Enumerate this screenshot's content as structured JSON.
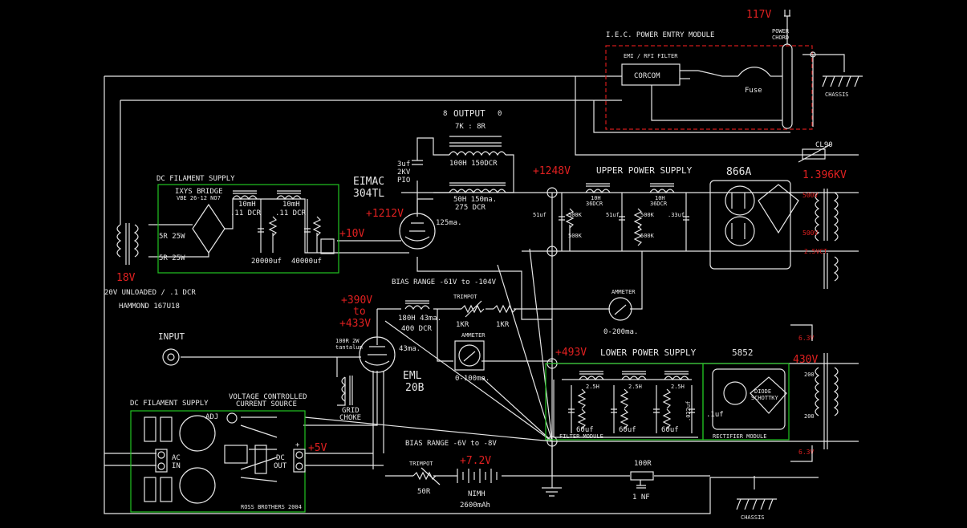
{
  "palette": {
    "wire": "#e6e6e6",
    "voltage": "#e02020",
    "module_box": "#22c422",
    "iec_box": "#d01a1a",
    "background": "#000000"
  },
  "iec": {
    "title": "I.E.C. POWER ENTRY MODULE",
    "filter": "EMI / RFI FILTER",
    "corcom": "CORCOM",
    "fuse": "Fuse",
    "mains_v": "117V",
    "cord": [
      "POWER",
      "CHORD"
    ],
    "chassis": "CHASSIS"
  },
  "output": {
    "title": "OUTPUT",
    "pin_a": "8",
    "pin_b": "0",
    "imp": "7K : 8R",
    "primary": "100H 150DCR",
    "choke_a": "50H 150ma.",
    "choke_b": "275 DCR",
    "cap_a": "3uf",
    "cap_b": "2KV",
    "cap_c": "PIO"
  },
  "tube_out": {
    "name_a": "EIMAC",
    "name_b": "304TL",
    "plate_v": "+1212V",
    "current": "125ma."
  },
  "upper_ps": {
    "title": "UPPER POWER SUPPLY",
    "b_plus": "+1248V",
    "rect_tube": "866A",
    "secondary_v": "1.396KV",
    "ind_a": [
      "10H",
      "36DCR"
    ],
    "ind_b": [
      "10H",
      "36DCR"
    ],
    "caps": [
      "51uf",
      "51uf",
      ".33uf"
    ],
    "res": [
      "500K",
      "500K",
      "500K",
      "500K"
    ],
    "cl90": "CL90",
    "wind_a": "500V",
    "wind_b": "500V",
    "fil": "2.5VCT"
  },
  "fil_supply_top": {
    "title": "DC FILAMENT SUPPLY",
    "bridge": "IXYS BRIDGE",
    "bridge_part": "VBE 26-12 NO7",
    "ind_a": [
      "10mH",
      ".11 DCR"
    ],
    "ind_b": [
      "10mH",
      ".11 DCR"
    ],
    "r_a": "5R 25W",
    "r_b": "5R 25W",
    "cap_a": "20000uf",
    "cap_b": "40000uf",
    "out_v": "+10V",
    "xfmr_v": "18V",
    "xfmr_a": "20V UNLOADED / .1 DCR",
    "xfmr_b": "HAMMOND 167U18"
  },
  "bias_upper": {
    "range": "BIAS RANGE -61V to -104V",
    "choke_a": "180H 43ma.",
    "choke_b": "400 DCR",
    "trimpot": "TRIMPOT",
    "r_a": "1KR",
    "r_b": "1KR",
    "meter_a": "AMMETER",
    "meter_a_range": "0-200ma.",
    "meter_b": "AMMETER",
    "meter_b_range": "0-100ma."
  },
  "driver": {
    "plate_v_a": "+390V",
    "plate_v_b": "to",
    "plate_v_c": "+433V",
    "name_a": "EML",
    "name_b": "20B",
    "current": "43ma.",
    "input": "INPUT",
    "grid_r_a": "100R 2W",
    "grid_r_b": "tantalum",
    "choke_a": "GRID",
    "choke_b": "CHOKE"
  },
  "lower_ps": {
    "title": "LOWER POWER SUPPLY",
    "b_plus": "+493V",
    "rect": "5852",
    "v430": "430V",
    "fil_a": "6.3V",
    "fil_b": "6.3V",
    "wind_a": "200",
    "wind_b": "200",
    "inds": [
      "2.5H",
      "2.5H",
      "2.5H"
    ],
    "caps": [
      "60uf",
      "60uf",
      "60uf",
      ".022uf",
      ".1uf"
    ],
    "filter_mod": "FILTER MODULE",
    "rect_mod": "RECTIFIER MODULE",
    "schottky": [
      "DIODE",
      "SCHOTTKY"
    ]
  },
  "fil_supply_bot": {
    "title": "DC FILAMENT SUPPLY",
    "sub_a": "VOLTAGE CONTROLLED",
    "sub_b": "CURRENT SOURCE",
    "adj": "ADJ",
    "ac_a": "AC",
    "ac_b": "IN",
    "dc_a": "DC",
    "dc_b": "OUT",
    "out_v": "+5V",
    "credit": "ROSS BROTHERS 2004"
  },
  "bias_lower": {
    "range": "BIAS RANGE -6V to -8V",
    "trimpot": "TRIMPOT",
    "r": "50R",
    "batt_v": "+7.2V",
    "batt_a": "NIMH",
    "batt_b": "2600mAh",
    "rc_a": "100R",
    "rc_b": "1 NF",
    "chassis": "CHASSIS"
  }
}
